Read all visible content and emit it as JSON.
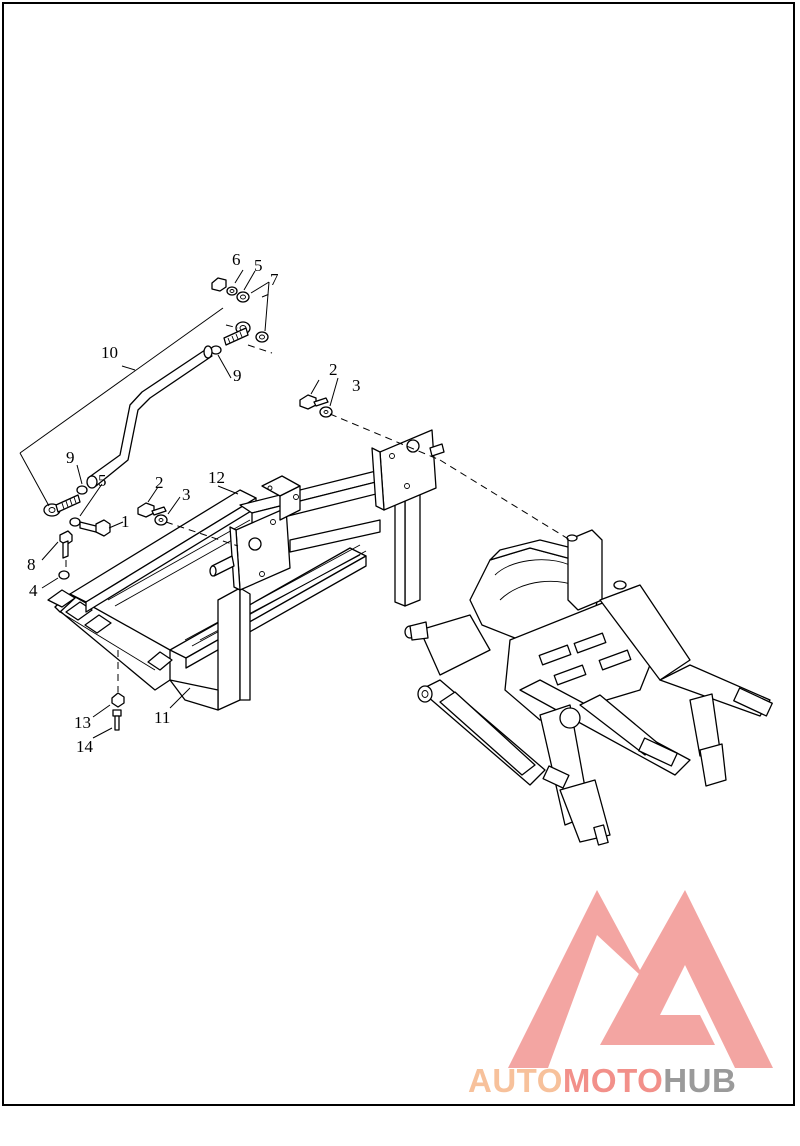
{
  "callouts": [
    "1",
    "2",
    "3",
    "4",
    "5",
    "6",
    "7",
    "8",
    "9",
    "10",
    "11",
    "12",
    "13",
    "14"
  ],
  "watermark": {
    "part1": "AUTO",
    "part2": "MOTO",
    "part3": "HUB",
    "colors": {
      "auto": "#f7c19b",
      "moto": "#f2908a",
      "hub": "#9a9a9a",
      "logo": "#f29b98"
    }
  }
}
